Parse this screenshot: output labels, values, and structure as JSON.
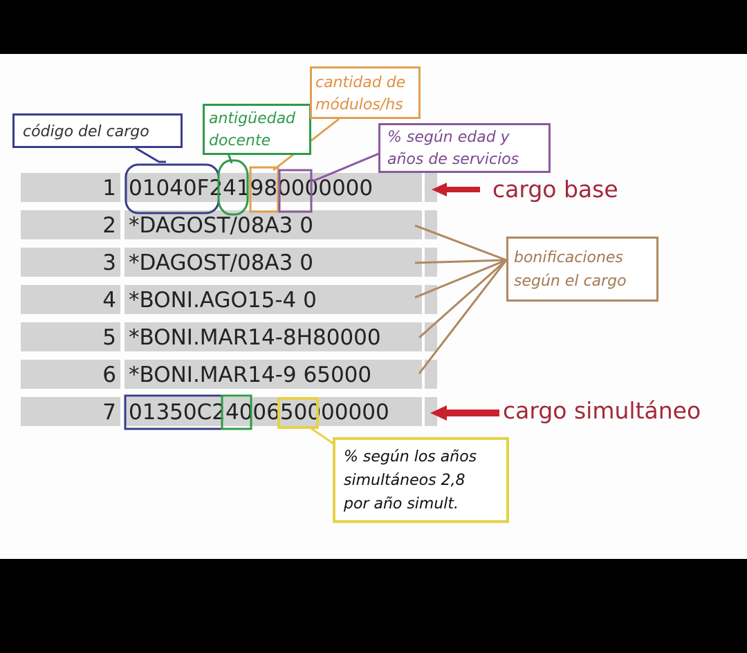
{
  "rows": [
    {
      "num": "1",
      "code": "01040F241980000000"
    },
    {
      "num": "2",
      "code": "*DAGOST/08A3 0"
    },
    {
      "num": "3",
      "code": "*DAGOST/08A3 0"
    },
    {
      "num": "4",
      "code": "*BONI.AGO15-4 0"
    },
    {
      "num": "5",
      "code": "*BONI.MAR14-8H80000"
    },
    {
      "num": "6",
      "code": "*BONI.MAR14-9 65000"
    },
    {
      "num": "7",
      "code": "01350C2400650000000"
    }
  ],
  "callouts": {
    "codigo": "código del cargo",
    "antiguedad_line1": "antigüedad",
    "antiguedad_line2": "docente",
    "cantidad_line1": "cantidad de",
    "cantidad_line2": "módulos/hs",
    "edad_line1": "% según edad y",
    "edad_line2": "años de servicios",
    "bonificaciones_line1": "bonificaciones",
    "bonificaciones_line2": "según  el cargo",
    "simultaneos_line1": "% según los años",
    "simultaneos_line2": "simultáneos 2,8",
    "simultaneos_line3": "por año simult."
  },
  "side_labels": {
    "cargo_base": "cargo base",
    "cargo_simultaneo": "cargo simultáneo"
  },
  "colors": {
    "codigo": "#3b3b8c",
    "antiguedad": "#2f9a4a",
    "cantidad": "#e0a050",
    "edad": "#8a5a9e",
    "bonificaciones": "#b08860",
    "simultaneos": "#e5d24a",
    "arrow_red": "#c8202c",
    "label_red": "#a3283a"
  }
}
